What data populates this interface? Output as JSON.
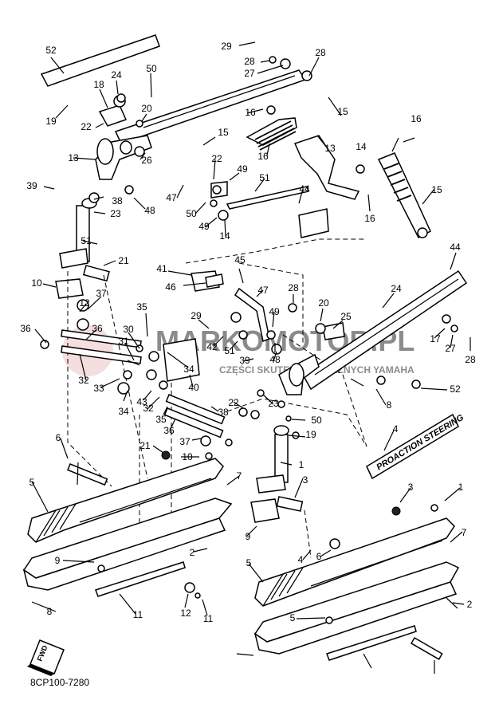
{
  "diagram_code": "8CP100-7280",
  "fwd_label": "FWD",
  "watermark": {
    "main": "MARKOMOTOR.PL",
    "sub": "CZĘŚCI SKUTEROW ŚNIEŻNYCH YAMAHA"
  },
  "emblem_text": "PROACTION STEERING",
  "callouts": [
    "52",
    "29",
    "28",
    "27",
    "28",
    "50",
    "24",
    "18",
    "19",
    "20",
    "22",
    "16",
    "15",
    "15",
    "16",
    "13",
    "14",
    "16",
    "15",
    "13",
    "26",
    "39",
    "38",
    "23",
    "22",
    "49",
    "51",
    "44",
    "47",
    "50",
    "49",
    "48",
    "16",
    "14",
    "51",
    "21",
    "10",
    "12",
    "37",
    "36",
    "36",
    "30",
    "31",
    "32",
    "33",
    "35",
    "41",
    "46",
    "45",
    "47",
    "44",
    "28",
    "20",
    "24",
    "25",
    "17",
    "27",
    "28",
    "29",
    "42",
    "51",
    "49",
    "48",
    "39",
    "40",
    "34",
    "43",
    "34",
    "32",
    "35",
    "36",
    "37",
    "38",
    "22",
    "23",
    "19",
    "50",
    "52",
    "8",
    "4",
    "6",
    "21",
    "10",
    "1",
    "3",
    "5",
    "7",
    "2",
    "9",
    "11",
    "12",
    "11",
    "9",
    "4",
    "6",
    "3",
    "1",
    "7",
    "5",
    "5",
    "2",
    "8"
  ]
}
